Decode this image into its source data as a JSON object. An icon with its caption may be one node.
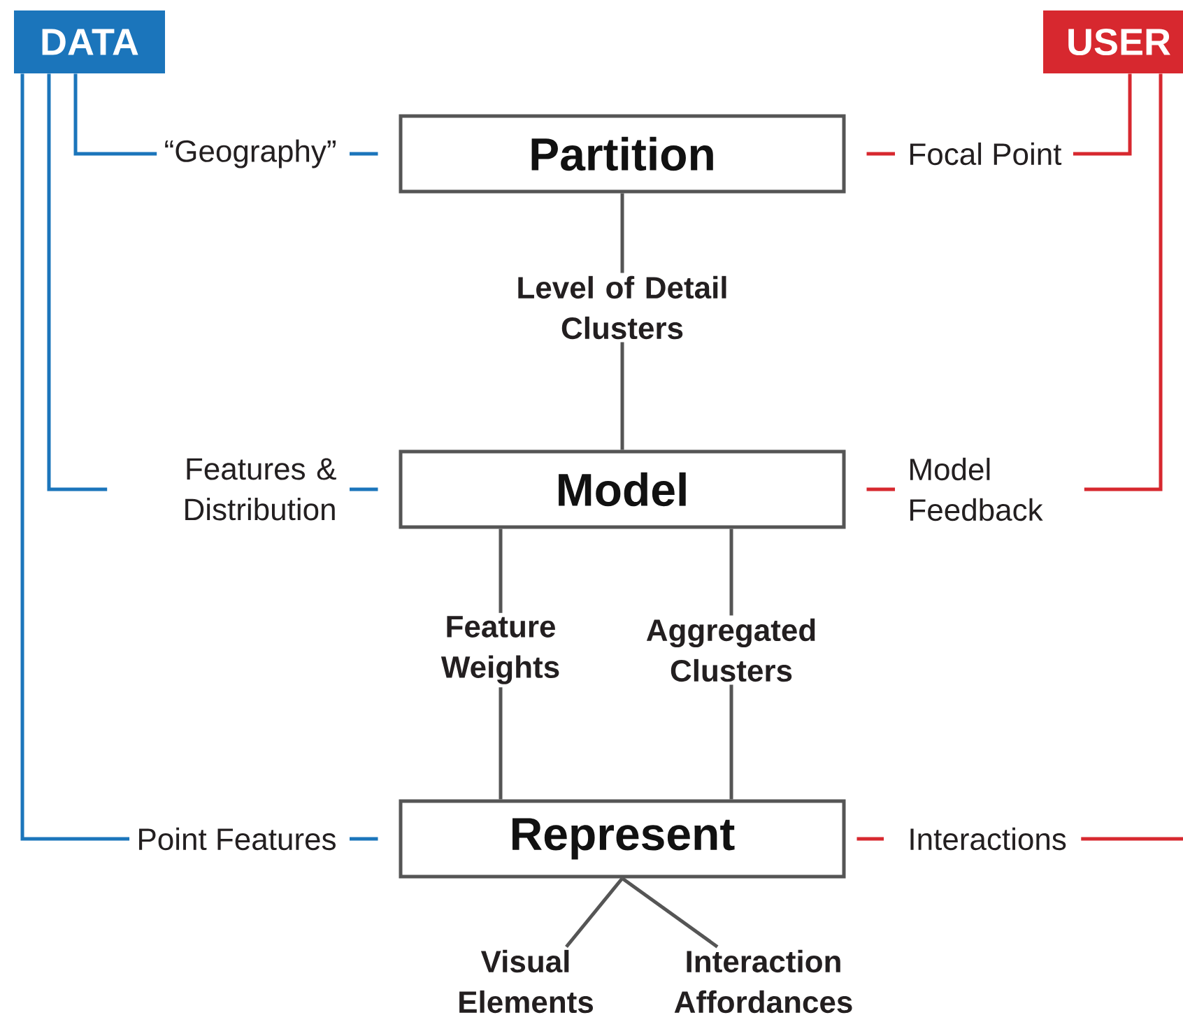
{
  "diagram": {
    "nodes": [
      {
        "text": [
          "DATA"
        ]
      },
      {
        "text": [
          "USER"
        ]
      },
      {
        "text": [
          "Partition"
        ]
      },
      {
        "text": [
          "Model"
        ]
      },
      {
        "text": [
          "Represent"
        ]
      },
      {
        "text": [
          "“Geography”"
        ]
      },
      {
        "text": [
          "Focal Point"
        ]
      },
      {
        "text": [
          "Level of Detail Clusters"
        ]
      },
      {
        "text": [
          "Features & Distribution"
        ]
      },
      {
        "text": [
          "Model Feedback"
        ]
      },
      {
        "text": [
          "Feature Weights"
        ]
      },
      {
        "text": [
          "Aggregated Clusters"
        ]
      },
      {
        "text": [
          "Point Features"
        ]
      },
      {
        "text": [
          "Interactions"
        ]
      },
      {
        "text": [
          "Visual Elements"
        ]
      },
      {
        "text": [
          "Interaction Affordances"
        ]
      }
    ],
    "edges": [
      {
        "from": 0,
        "to": 5,
        "arrow": "none",
        "color": "#1b75bb"
      },
      {
        "from": 5,
        "to": 2,
        "arrow": "none",
        "color": "#1b75bb"
      },
      {
        "from": 1,
        "to": 6,
        "arrow": "none",
        "color": "#d7282f"
      },
      {
        "from": 6,
        "to": 2,
        "arrow": "none",
        "color": "#d7282f"
      },
      {
        "from": 2,
        "to": 7,
        "arrow": "none"
      },
      {
        "from": 7,
        "to": 3,
        "arrow": "none"
      },
      {
        "from": 0,
        "to": 8,
        "arrow": "none",
        "color": "#1b75bb"
      },
      {
        "from": 8,
        "to": 3,
        "arrow": "none",
        "color": "#1b75bb"
      },
      {
        "from": 1,
        "to": 9,
        "arrow": "none",
        "color": "#d7282f"
      },
      {
        "from": 9,
        "to": 3,
        "arrow": "none",
        "color": "#d7282f"
      },
      {
        "from": 3,
        "to": 10,
        "arrow": "none"
      },
      {
        "from": 10,
        "to": 4,
        "arrow": "none"
      },
      {
        "from": 3,
        "to": 11,
        "arrow": "none"
      },
      {
        "from": 11,
        "to": 4,
        "arrow": "none"
      },
      {
        "from": 0,
        "to": 12,
        "arrow": "none",
        "color": "#1b75bb"
      },
      {
        "from": 12,
        "to": 4,
        "arrow": "none",
        "color": "#1b75bb"
      },
      {
        "from": 4,
        "to": 13,
        "arrow": "none",
        "color": "#d7282f"
      },
      {
        "from": 13,
        "to": null,
        "arrow": "none",
        "color": "#d7282f"
      },
      {
        "from": 4,
        "to": 14,
        "arrow": "none"
      },
      {
        "from": 4,
        "to": 15,
        "arrow": "none"
      }
    ]
  }
}
